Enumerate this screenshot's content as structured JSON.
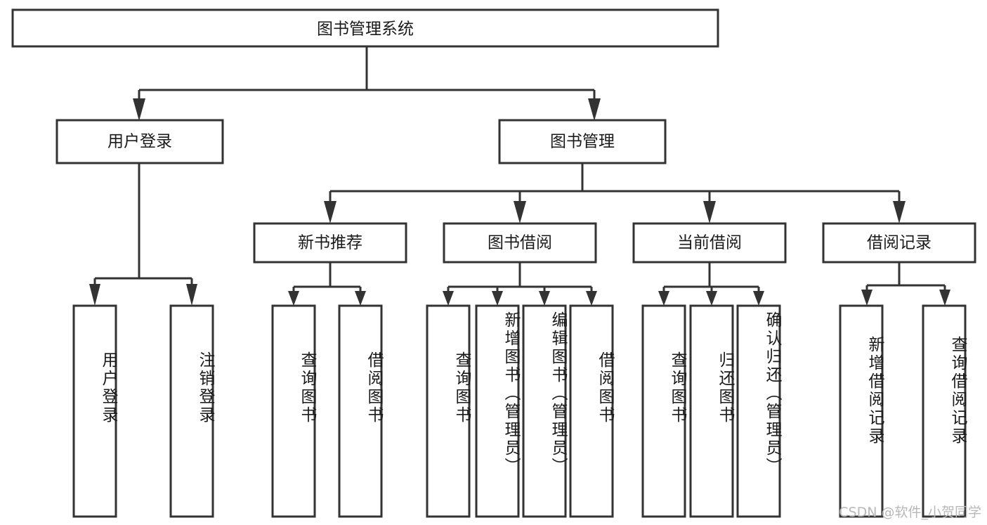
{
  "diagram": {
    "title": "图书管理系统",
    "type": "tree-hierarchy",
    "watermark": "CSDN @软件_小贺同学",
    "colors": {
      "box_stroke": "#333333",
      "box_fill": "#ffffff",
      "text": "#1a1a1a",
      "background": "#ffffff",
      "watermark": "#b8b8b8"
    },
    "root": {
      "id": "root",
      "label": "图书管理系统"
    },
    "level2": [
      {
        "id": "user-login",
        "label": "用户登录"
      },
      {
        "id": "book-management",
        "label": "图书管理"
      }
    ],
    "level3": [
      {
        "id": "new-book-recommend",
        "label": "新书推荐"
      },
      {
        "id": "book-borrow",
        "label": "图书借阅"
      },
      {
        "id": "current-borrow",
        "label": "当前借阅"
      },
      {
        "id": "borrow-record",
        "label": "借阅记录"
      }
    ],
    "leaves": [
      {
        "id": "leaf-user-login",
        "parent": "user-login",
        "label": "用户登录"
      },
      {
        "id": "leaf-logout-login",
        "parent": "user-login",
        "label": "注销登录"
      },
      {
        "id": "leaf-query-book-1",
        "parent": "new-book-recommend",
        "label": "查询图书"
      },
      {
        "id": "leaf-borrow-book-1",
        "parent": "new-book-recommend",
        "label": "借阅图书"
      },
      {
        "id": "leaf-query-book-2",
        "parent": "book-borrow",
        "label": "查询图书"
      },
      {
        "id": "leaf-add-book",
        "parent": "book-borrow",
        "label": "新增图书（管理员）"
      },
      {
        "id": "leaf-edit-book",
        "parent": "book-borrow",
        "label": "编辑图书（管理员）"
      },
      {
        "id": "leaf-borrow-book-2",
        "parent": "book-borrow",
        "label": "借阅图书"
      },
      {
        "id": "leaf-query-book-3",
        "parent": "current-borrow",
        "label": "查询图书"
      },
      {
        "id": "leaf-return-book",
        "parent": "current-borrow",
        "label": "归还图书"
      },
      {
        "id": "leaf-confirm-return",
        "parent": "current-borrow",
        "label": "确认归还（管理员）"
      },
      {
        "id": "leaf-add-record",
        "parent": "borrow-record",
        "label": "新增借阅记录"
      },
      {
        "id": "leaf-query-record",
        "parent": "borrow-record",
        "label": "查询借阅记录"
      }
    ]
  }
}
